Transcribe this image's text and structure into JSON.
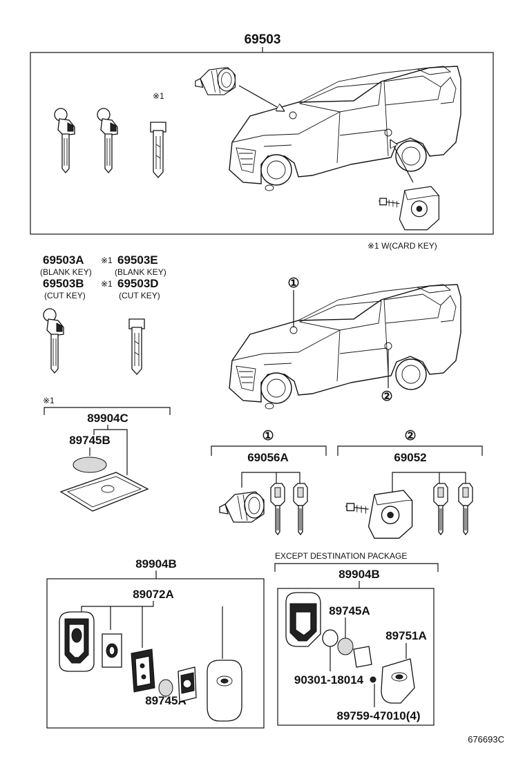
{
  "top": {
    "part_number": "69503",
    "mark_card_key": "※1",
    "footnote": "※1 W(CARD KEY)"
  },
  "keys": {
    "blank_key_a": "69503A",
    "blank_key_a_desc": "(BLANK KEY)",
    "cut_key_b": "69503B",
    "cut_key_b_desc": "(CUT KEY)",
    "mark_e": "※1",
    "blank_key_e": "69503E",
    "blank_key_e_desc": "(BLANK KEY)",
    "mark_d": "※1",
    "cut_key_d": "69503D",
    "cut_key_d_desc": "(CUT KEY)"
  },
  "card_key": {
    "mark": "※1",
    "assembly": "89904C",
    "battery": "89745B"
  },
  "locations": {
    "marker_1": "①",
    "marker_2": "②"
  },
  "cylinder_sets": {
    "set_1_marker": "①",
    "set_1_part": "69056A",
    "set_2_marker": "②",
    "set_2_part": "69052"
  },
  "smart_key": {
    "assembly": "89904B",
    "transmitter": "89072A",
    "battery": "89745A"
  },
  "except_package": {
    "heading": "EXCEPT DESTINATION PACKAGE",
    "assembly": "89904B",
    "battery": "89745A",
    "cover": "89751A",
    "oring": "90301-18014",
    "screw": "89759-47010(4)"
  },
  "illustration_code": "676693C"
}
